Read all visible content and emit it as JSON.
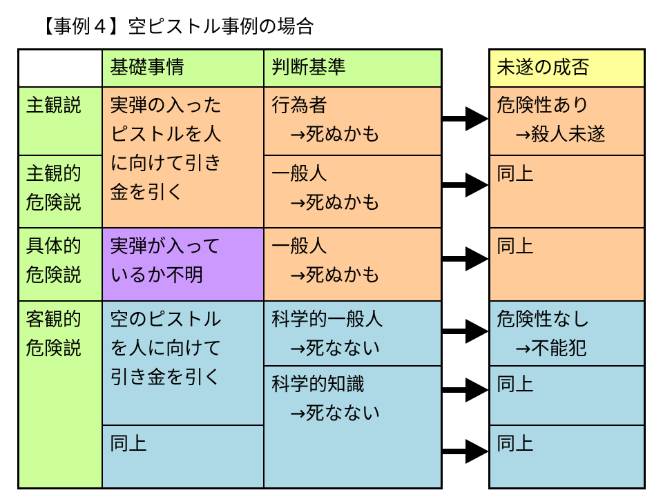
{
  "title": "【事例４】空ピストル事例の場合",
  "colors": {
    "green": "#ccff99",
    "orange": "#ffcc99",
    "purple": "#cc99ff",
    "blue": "#add8e6",
    "yellow": "#ffff99"
  },
  "table": {
    "headers": {
      "facts": "基礎事情",
      "criterion": "判断基準"
    },
    "theories": {
      "subjective": "主観説",
      "subjective_danger": "主観的\n危険説",
      "concrete_danger": "具体的\n危険説",
      "objective_danger": "客観的\n危険説"
    },
    "facts": {
      "subjective": "実弾の入った\nピストルを人\nに向けて引き\n金を引く",
      "concrete": "実弾が入って\nいるか不明",
      "objective": "空のピストル\nを人に向けて\n引き金を引く",
      "objective_same": "同上"
    },
    "criteria": {
      "actor": "行為者\n　→死ぬかも",
      "ordinary1": "一般人\n　→死ぬかも",
      "ordinary2": "一般人\n　→死ぬかも",
      "scientific_person": "科学的一般人\n　→死なない",
      "scientific_knowledge": "科学的知識\n　→死なない"
    }
  },
  "result": {
    "header": "未遂の成否",
    "rows": [
      "危険性あり\n　→殺人未遂",
      "同上",
      "同上",
      "危険性なし\n　→不能犯",
      "同上",
      "同上"
    ]
  }
}
